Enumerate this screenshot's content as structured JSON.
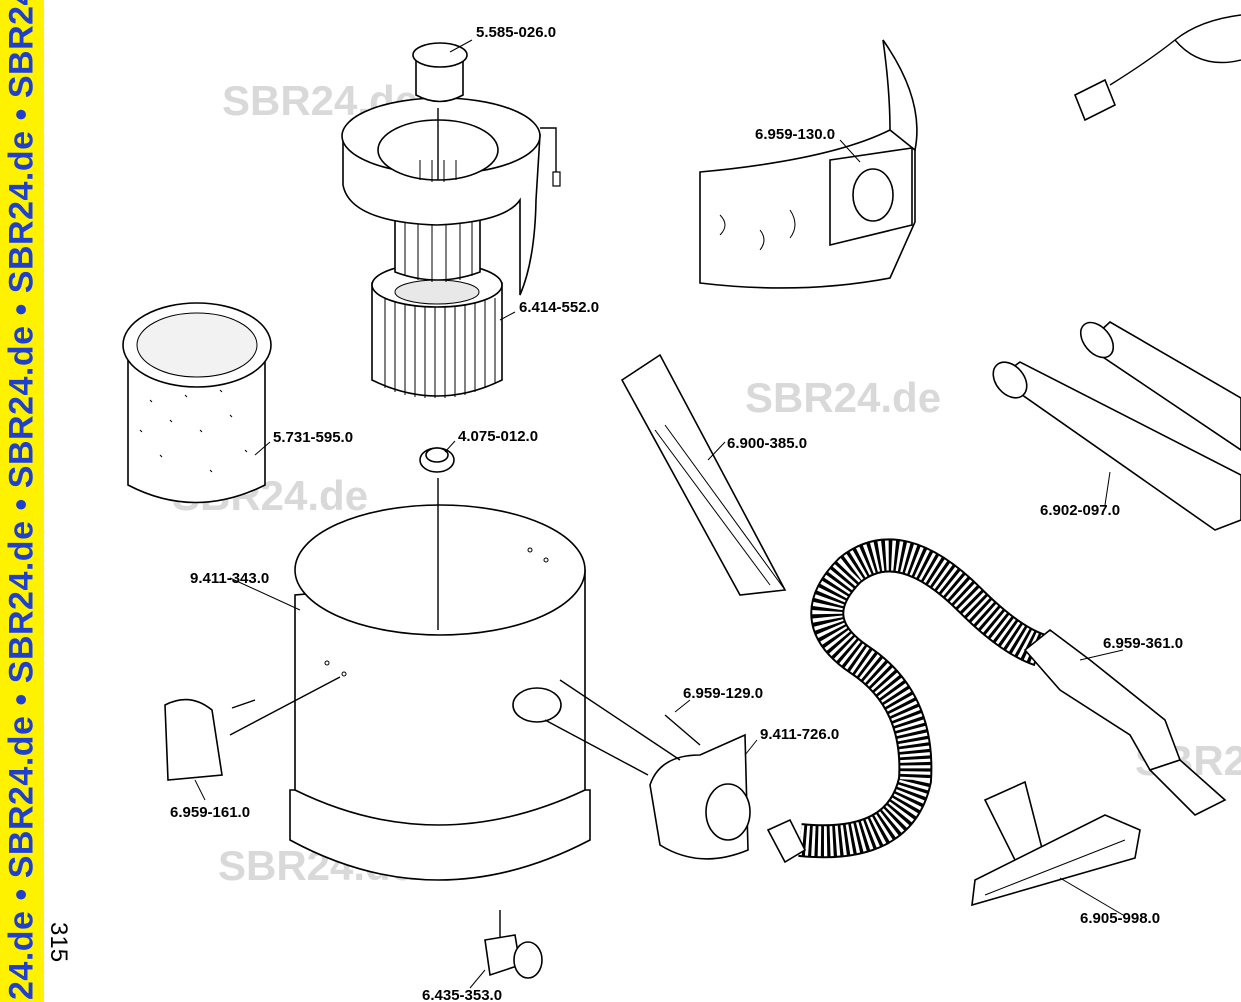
{
  "sidebar": {
    "text": "24.de • SBR24.de • SBR24.de • SBR24.de • SBR24.de • SBR24.de • SBR",
    "color": "#fff200",
    "text_color": "#1f3fd0"
  },
  "page_number": "315",
  "watermark": "SBR24.de",
  "parts": {
    "filter_cap": "5.585-026.0",
    "bag_clip": "6.959-130.0",
    "cartridge_filter": "6.414-552.0",
    "foam_filter": "5.731-595.0",
    "plug_cap": "4.075-012.0",
    "crevice_nozzle": "6.900-385.0",
    "extension_tubes": "6.902-097.0",
    "container": "9.411-343.0",
    "hose": "6.959-361.0",
    "screw": "6.959-129.0",
    "inlet_elbow": "9.411-726.0",
    "latch": "6.959-161.0",
    "floor_nozzle": "6.905-998.0",
    "caster": "6.435-353.0"
  }
}
